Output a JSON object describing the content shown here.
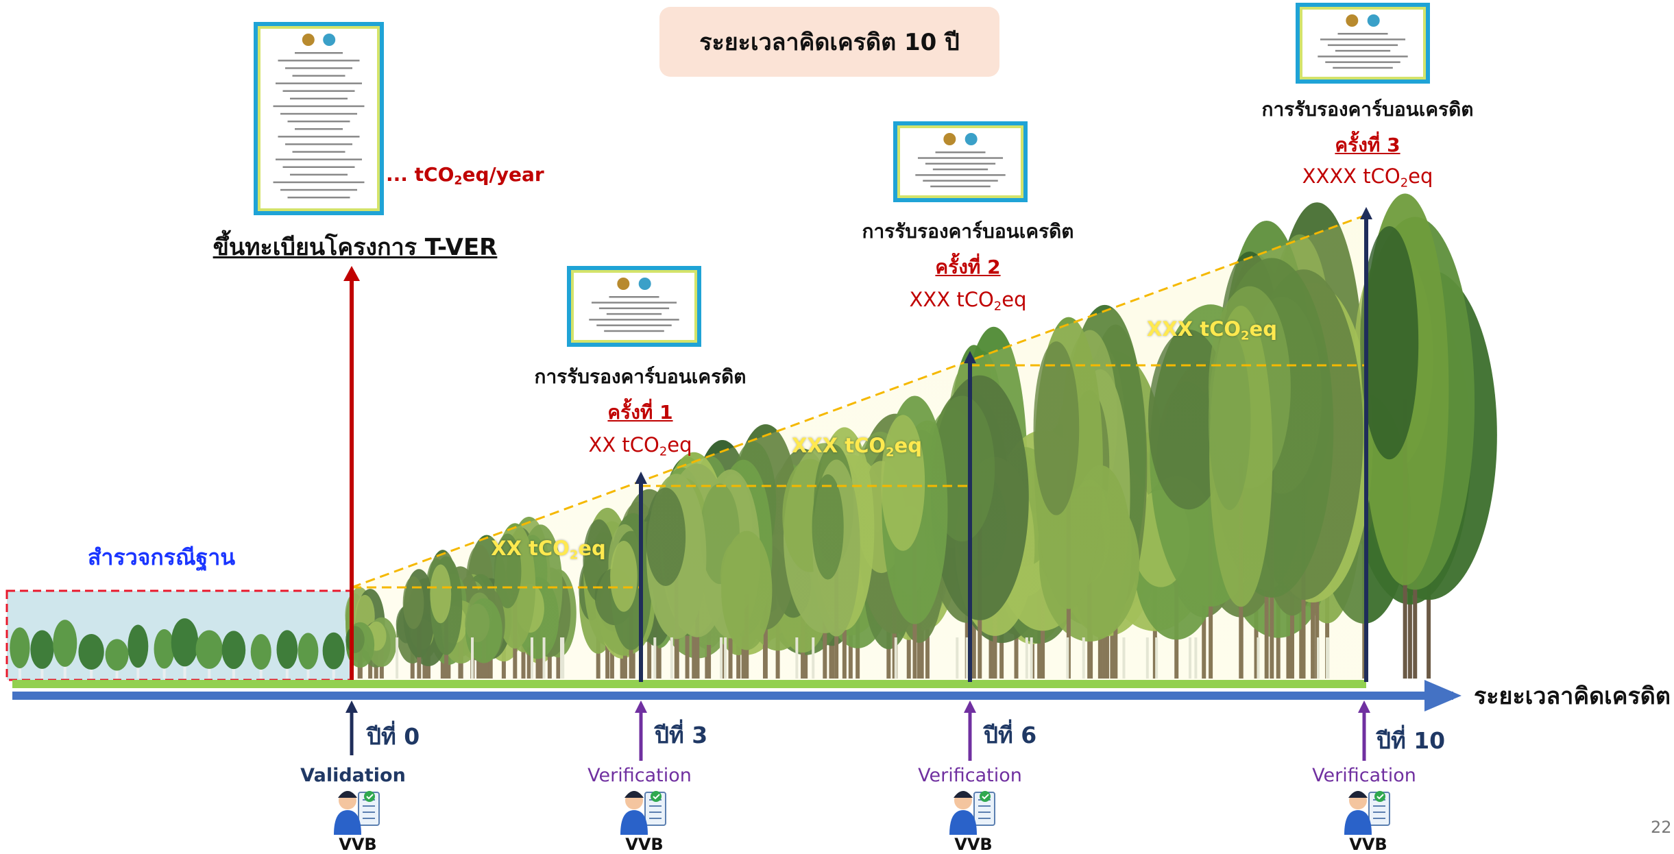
{
  "title": "ระยะเวลาคิดเครดิต 10 ปี",
  "baseline_label": "สำรวจกรณีฐาน",
  "registration": {
    "label": "ขึ้นทะเบียนโครงการ T-VER",
    "estimate_prefix": "... tCO",
    "estimate_suffix": "eq/year",
    "sub": "2"
  },
  "axis_label": "ระยะเวลาคิดเครดิต",
  "milestones": [
    {
      "year_label": "ปีที่ 0",
      "role": "Validation",
      "who": "VVB"
    },
    {
      "year_label": "ปีที่ 3",
      "role": "Verification",
      "who": "VVB"
    },
    {
      "year_label": "ปีที่ 6",
      "role": "Verification",
      "who": "VVB"
    },
    {
      "year_label": "ปีที่ 10",
      "role": "Verification",
      "who": "VVB"
    }
  ],
  "certifications": [
    {
      "title": "การรับรองคาร์บอนเครดิต",
      "round": "ครั้งที่ 1",
      "amount_prefix": "XX tCO",
      "sub": "2",
      "amount_suffix": "eq"
    },
    {
      "title": "การรับรองคาร์บอนเครดิต",
      "round": "ครั้งที่ 2",
      "amount_prefix": "XXX tCO",
      "sub": "2",
      "amount_suffix": "eq"
    },
    {
      "title": "การรับรองคาร์บอนเครดิต",
      "round": "ครั้งที่ 3",
      "amount_prefix": "XXXX tCO",
      "sub": "2",
      "amount_suffix": "eq"
    }
  ],
  "triangle_labels": [
    {
      "prefix": "XX tCO",
      "sub": "2",
      "suffix": "eq"
    },
    {
      "prefix": "XXX tCO",
      "sub": "2",
      "suffix": "eq"
    },
    {
      "prefix": "XXX tCO",
      "sub": "2",
      "suffix": "eq"
    }
  ],
  "page_number": "22",
  "colors": {
    "title_bg": "#fbe3d6",
    "registration_arrow": "#c00000",
    "verification_line": "#1f2d5a",
    "axis": "#4472c4",
    "ground": "#92d050",
    "dashed_triangle": "#f5b800",
    "baseline_box": "#e8192c",
    "baseline_text": "#1a35ff",
    "verification_text": "#7030a0"
  },
  "icons": [
    "certificate-icon",
    "vvb-auditor-icon",
    "tree-icon"
  ]
}
